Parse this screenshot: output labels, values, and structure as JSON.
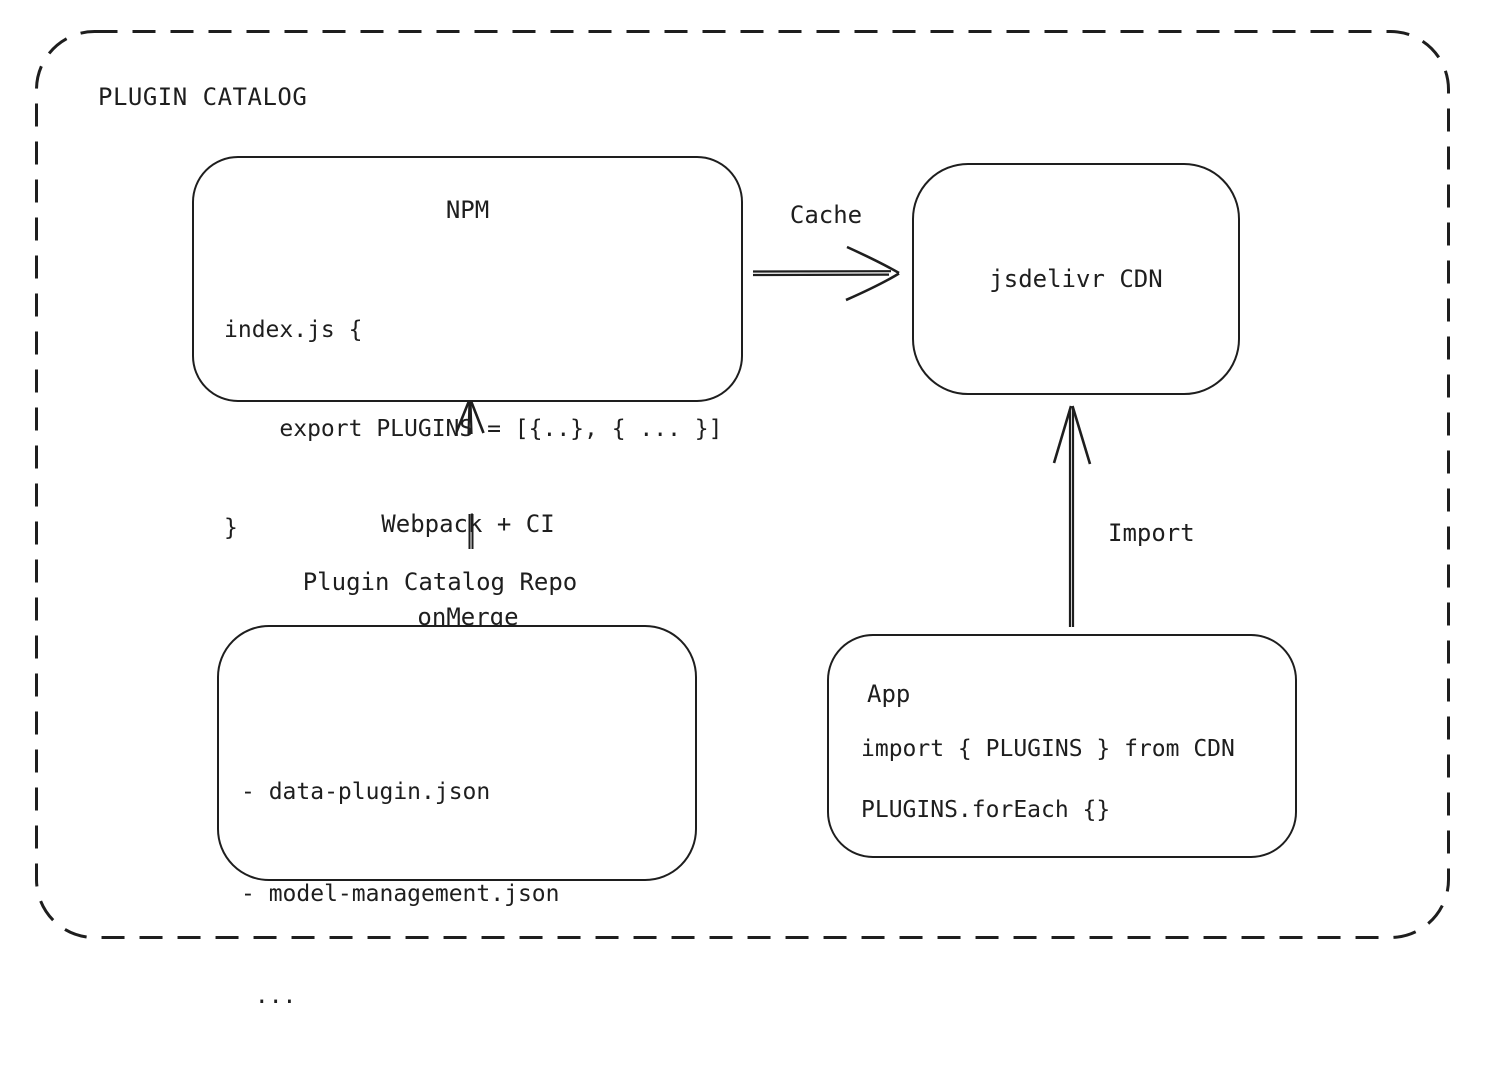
{
  "colors": {
    "stroke": "#1e1e1e",
    "background": "#ffffff"
  },
  "frame": {
    "title": "PLUGIN CATALOG"
  },
  "nodes": {
    "npm": {
      "title": "NPM",
      "code": [
        "index.js {",
        "    export PLUGINS = [{..}, { ... }]",
        "}"
      ]
    },
    "cdn": {
      "label": "jsdelivr CDN"
    },
    "repo": {
      "label": "Plugin Catalog Repo",
      "files": [
        "- data-plugin.json",
        "- model-management.json",
        " ..."
      ]
    },
    "app": {
      "title": "App",
      "code": [
        "import { PLUGINS } from CDN",
        "PLUGINS.forEach {}"
      ]
    }
  },
  "edges": {
    "cache": {
      "label": "Cache"
    },
    "build": {
      "label": [
        "Webpack + CI",
        "onMerge"
      ]
    },
    "import": {
      "label": "Import"
    }
  }
}
